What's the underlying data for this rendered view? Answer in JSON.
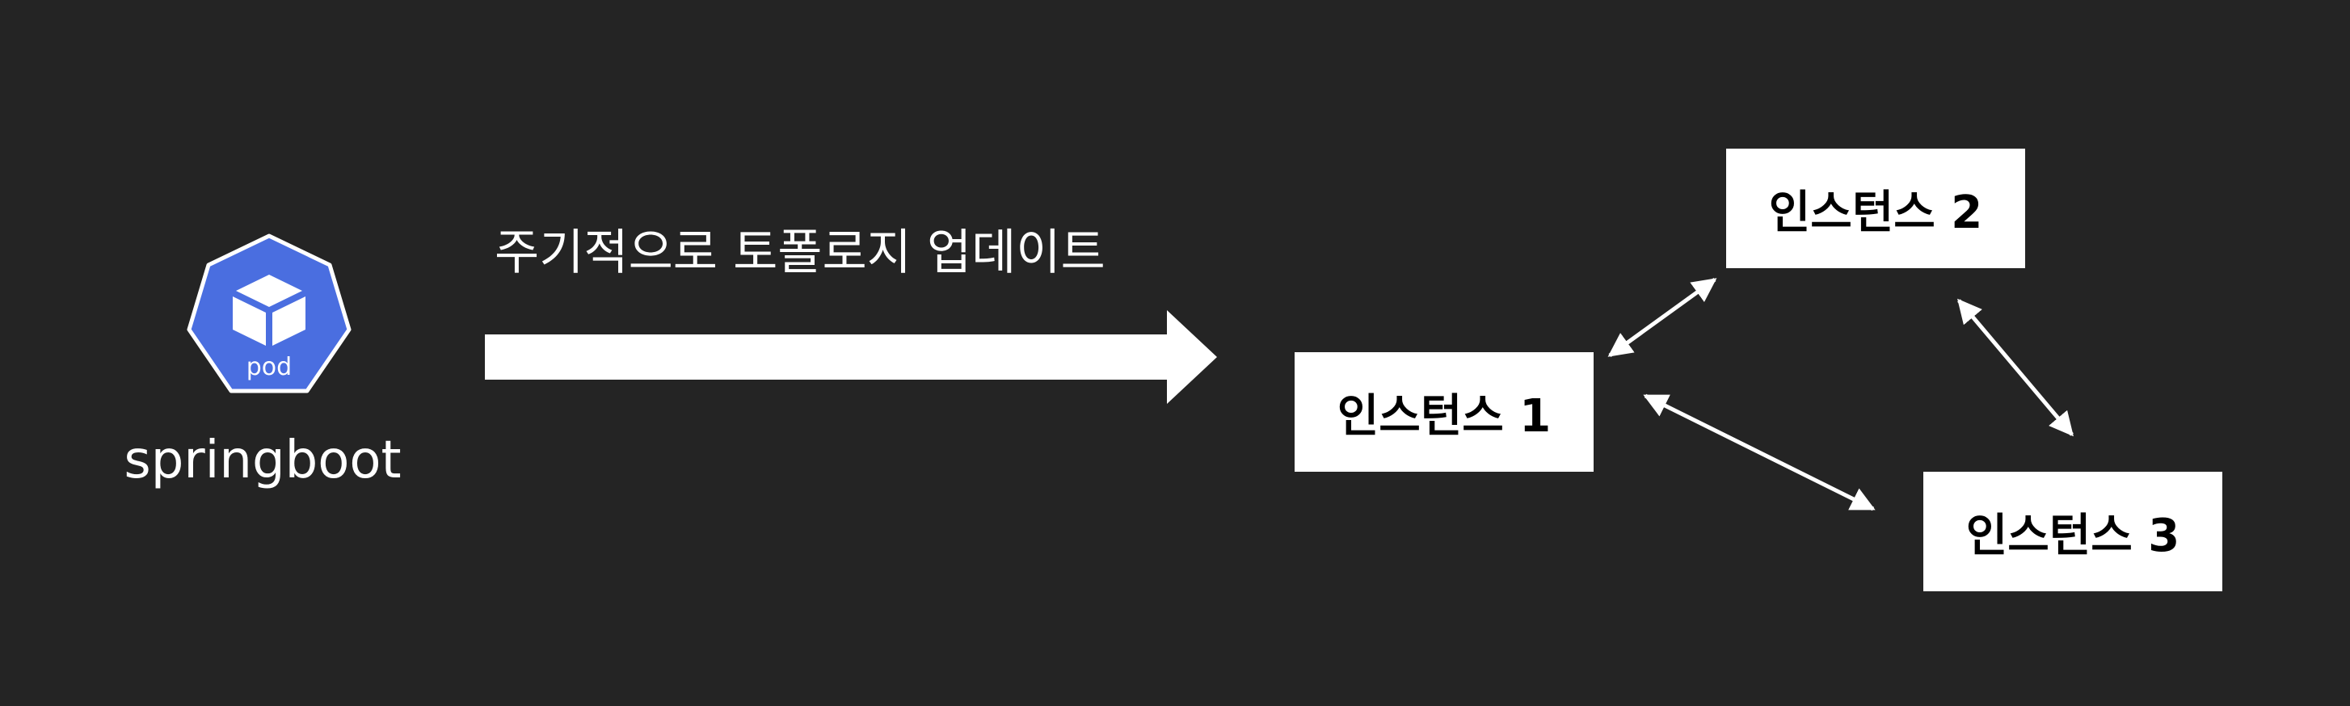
{
  "pod": {
    "icon_label": "pod",
    "caption": "springboot"
  },
  "flow": {
    "label": "주기적으로 토폴로지 업데이트"
  },
  "instances": [
    {
      "label": "인스턴스 1"
    },
    {
      "label": "인스턴스 2"
    },
    {
      "label": "인스턴스 3"
    }
  ],
  "colors": {
    "background": "#242424",
    "pod_fill": "#4a6ee0",
    "foreground": "#ffffff",
    "box_text": "#000000"
  }
}
